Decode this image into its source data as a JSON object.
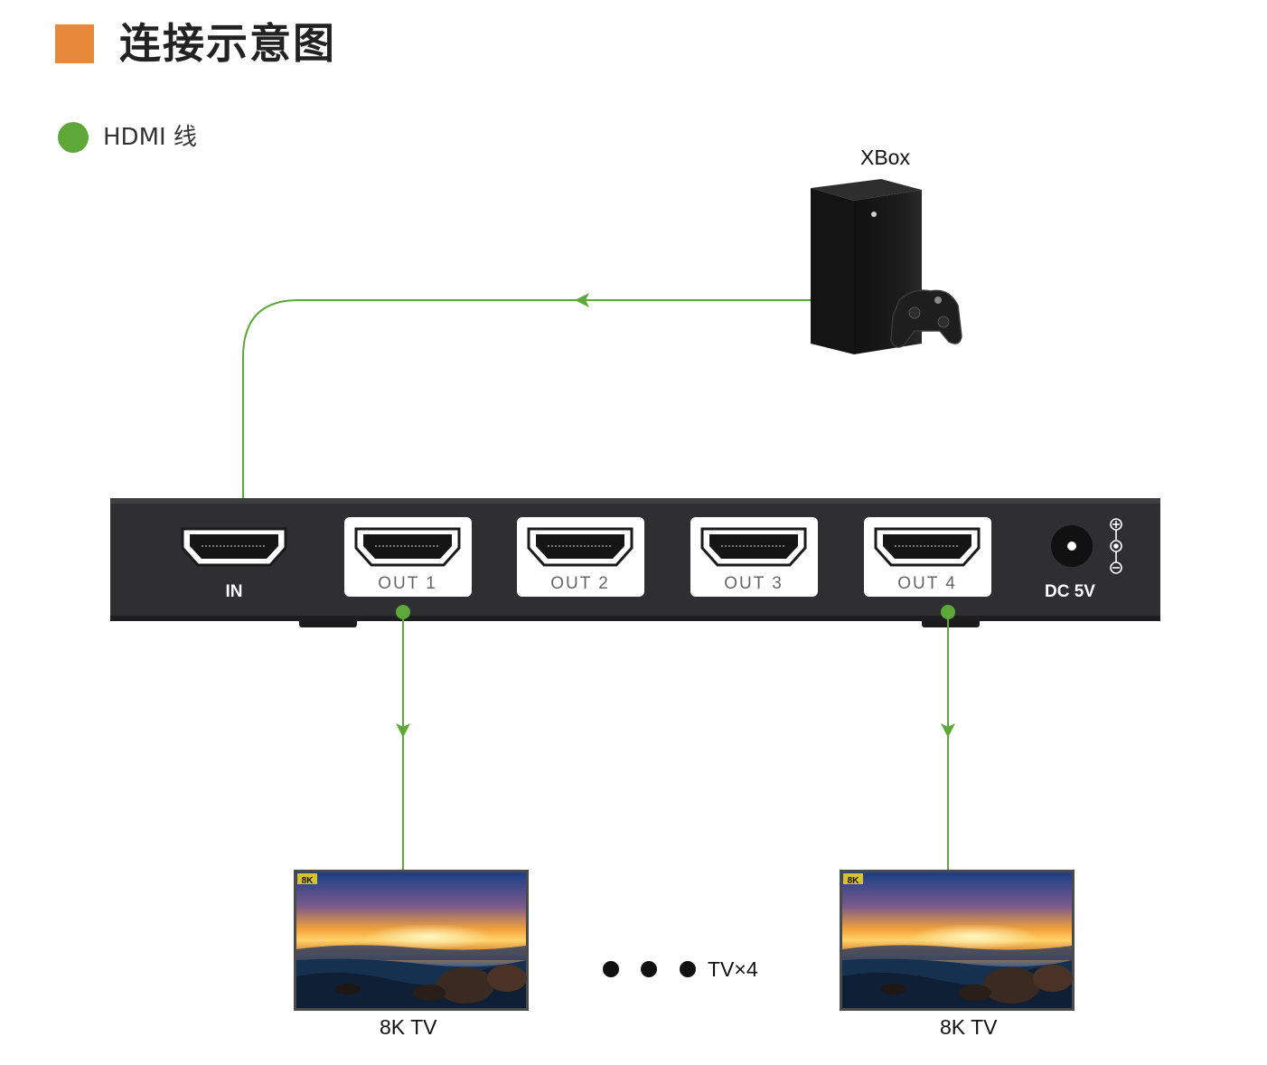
{
  "title": "连接示意图",
  "legend": {
    "label": "HDMI 线",
    "color": "#5ea83a"
  },
  "colors": {
    "accent": "#e8883a",
    "cable": "#5ea83a",
    "splitter": "#2f2f31"
  },
  "source": {
    "label": "XBox"
  },
  "splitter": {
    "ports": [
      "IN",
      "OUT 1",
      "OUT 2",
      "OUT 3",
      "OUT 4"
    ],
    "power_label": "DC 5V"
  },
  "displays": [
    {
      "label": "8K TV",
      "badge": "8K"
    },
    {
      "label": "8K TV",
      "badge": "8K"
    }
  ],
  "display_count": "TV×4"
}
